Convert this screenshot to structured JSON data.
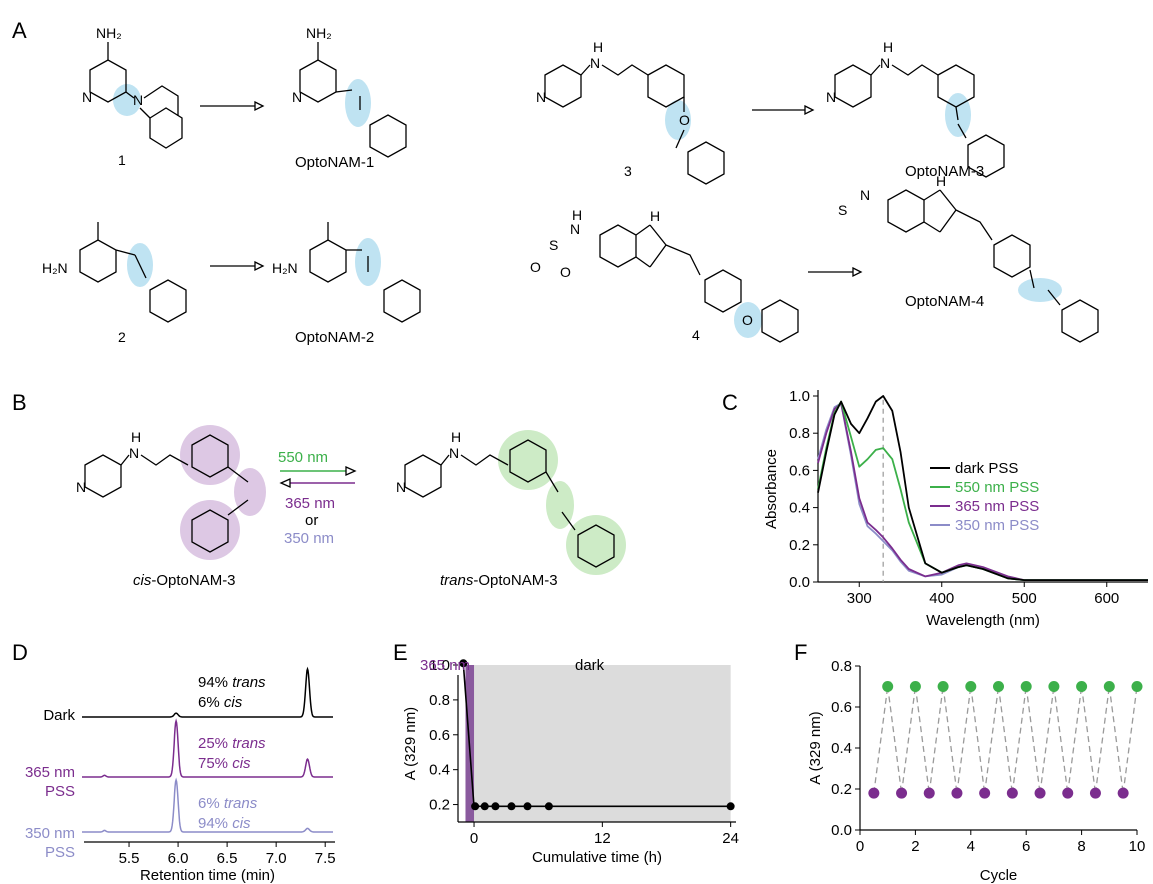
{
  "panels": {
    "A": {
      "letter": "A",
      "compound_labels": [
        "1",
        "OptoNAM-1",
        "2",
        "OptoNAM-2",
        "3",
        "OptoNAM-3",
        "4",
        "OptoNAM-4"
      ],
      "atoms": {
        "nh2": "NH₂",
        "n": "N",
        "h": "H",
        "o": "O",
        "s": "S",
        "h2n": "H₂N"
      }
    },
    "B": {
      "letter": "B",
      "cis_label": "cis",
      "cis_suffix": "-OptoNAM-3",
      "trans_label": "trans",
      "trans_suffix": "-OptoNAM-3",
      "forward_light": "550 nm",
      "reverse_light_1": "365 nm",
      "or_text": "or",
      "reverse_light_2": "350 nm",
      "colors": {
        "cis": "#c8a6d4",
        "trans": "#a8dca0",
        "green": "#3cb04a",
        "purple": "#7b2d8e",
        "lavender": "#8c8cc8"
      }
    },
    "C": {
      "letter": "C"
    },
    "D": {
      "letter": "D",
      "traces": [
        {
          "label": "Dark",
          "label2": "",
          "pct1": "94% ",
          "form1": "trans",
          "pct2": "6% ",
          "form2": "cis",
          "color": "#000000"
        },
        {
          "label": "365 nm",
          "label2": "PSS",
          "pct1": "25% ",
          "form1": "trans",
          "pct2": "75% ",
          "form2": "cis",
          "color": "#7b2d8e"
        },
        {
          "label": "350 nm",
          "label2": "PSS",
          "pct1": "6% ",
          "form1": "trans",
          "pct2": "94% ",
          "form2": "cis",
          "color": "#8c8cc8"
        }
      ]
    },
    "E": {
      "letter": "E",
      "label_365": "365 nm",
      "label_dark": "dark"
    },
    "F": {
      "letter": "F"
    }
  },
  "chart_data": [
    {
      "panel": "C",
      "type": "line",
      "xlabel": "Wavelength (nm)",
      "ylabel": "Absorbance",
      "xlim": [
        250,
        650
      ],
      "ylim": [
        0,
        1.0
      ],
      "xticks": [
        "300",
        "400",
        "500",
        "600"
      ],
      "yticks": [
        "0.0",
        "0.2",
        "0.4",
        "0.6",
        "0.8",
        "1.0"
      ],
      "legend_position": "right",
      "marker_line_x": 329,
      "series": [
        {
          "name": "dark PSS",
          "color": "#000000",
          "x": [
            250,
            260,
            270,
            278,
            290,
            300,
            310,
            320,
            329,
            340,
            350,
            360,
            380,
            400,
            420,
            430,
            450,
            480,
            500,
            550,
            600,
            650
          ],
          "y": [
            0.48,
            0.7,
            0.9,
            0.97,
            0.85,
            0.8,
            0.88,
            0.97,
            1.0,
            0.92,
            0.7,
            0.4,
            0.1,
            0.05,
            0.08,
            0.09,
            0.07,
            0.02,
            0.01,
            0.01,
            0.01,
            0.01
          ]
        },
        {
          "name": "550 nm PSS",
          "color": "#3cb04a",
          "x": [
            250,
            260,
            270,
            278,
            290,
            300,
            310,
            320,
            329,
            340,
            350,
            360,
            380,
            400,
            420,
            430,
            450,
            480,
            500,
            550,
            600,
            650
          ],
          "y": [
            0.5,
            0.72,
            0.91,
            0.97,
            0.78,
            0.62,
            0.66,
            0.71,
            0.72,
            0.66,
            0.5,
            0.32,
            0.1,
            0.05,
            0.08,
            0.09,
            0.07,
            0.02,
            0.01,
            0.01,
            0.01,
            0.01
          ]
        },
        {
          "name": "365 nm PSS",
          "color": "#7b2d8e",
          "x": [
            250,
            260,
            270,
            278,
            290,
            300,
            310,
            320,
            329,
            340,
            350,
            360,
            380,
            400,
            420,
            430,
            450,
            480,
            500,
            550,
            600,
            650
          ],
          "y": [
            0.64,
            0.8,
            0.93,
            0.96,
            0.7,
            0.45,
            0.32,
            0.28,
            0.24,
            0.18,
            0.12,
            0.07,
            0.03,
            0.05,
            0.09,
            0.1,
            0.08,
            0.03,
            0.01,
            0.01,
            0.01,
            0.01
          ]
        },
        {
          "name": "350 nm PSS",
          "color": "#8c8cc8",
          "x": [
            250,
            260,
            270,
            278,
            290,
            300,
            310,
            320,
            329,
            340,
            350,
            360,
            380,
            400,
            420,
            430,
            450,
            480,
            500,
            550,
            600,
            650
          ],
          "y": [
            0.66,
            0.82,
            0.94,
            0.96,
            0.68,
            0.42,
            0.3,
            0.26,
            0.22,
            0.17,
            0.11,
            0.06,
            0.03,
            0.04,
            0.08,
            0.09,
            0.07,
            0.02,
            0.01,
            0.01,
            0.01,
            0.01
          ]
        }
      ]
    },
    {
      "panel": "D",
      "type": "line",
      "xlabel": "Retention time (min)",
      "xlim": [
        5.0,
        7.6
      ],
      "xticks": [
        "5.5",
        "6.0",
        "6.5",
        "7.0",
        "7.5"
      ],
      "series": [
        {
          "name": "Dark",
          "color": "#000000",
          "peaks": [
            {
              "x": 5.98,
              "h": 0.08
            },
            {
              "x": 7.32,
              "h": 1.0
            }
          ]
        },
        {
          "name": "365 nm PSS",
          "color": "#7b2d8e",
          "peaks": [
            {
              "x": 5.98,
              "h": 1.0
            },
            {
              "x": 7.32,
              "h": 0.32
            }
          ]
        },
        {
          "name": "350 nm PSS",
          "color": "#8c8cc8",
          "peaks": [
            {
              "x": 5.98,
              "h": 1.0
            },
            {
              "x": 7.32,
              "h": 0.07
            }
          ]
        }
      ]
    },
    {
      "panel": "E",
      "type": "line",
      "xlabel": "Cumulative time (h)",
      "ylabel": "A (329 nm)",
      "xlim": [
        -1.5,
        24.5
      ],
      "ylim": [
        0.1,
        1.0
      ],
      "xticks": [
        "0",
        "12",
        "24"
      ],
      "yticks": [
        "0.2",
        "0.4",
        "0.6",
        "0.8",
        "1.0"
      ],
      "irradiation_span": [
        -0.8,
        0
      ],
      "x": [
        -1,
        0,
        0.1,
        1,
        2,
        3.5,
        5,
        7,
        24
      ],
      "y": [
        1.01,
        0.19,
        0.19,
        0.19,
        0.19,
        0.19,
        0.19,
        0.19,
        0.19
      ]
    },
    {
      "panel": "F",
      "type": "scatter",
      "xlabel": "Cycle",
      "ylabel": "A (329 nm)",
      "xlim": [
        0,
        10
      ],
      "ylim": [
        0,
        0.8
      ],
      "xticks": [
        "0",
        "2",
        "4",
        "6",
        "8",
        "10"
      ],
      "yticks": [
        "0.0",
        "0.2",
        "0.4",
        "0.6",
        "0.8"
      ],
      "high": {
        "color": "#3cb04a",
        "x": [
          1,
          2,
          3,
          4,
          5,
          6,
          7,
          8,
          9,
          10
        ],
        "y": [
          0.7,
          0.7,
          0.7,
          0.7,
          0.7,
          0.7,
          0.7,
          0.7,
          0.7,
          0.7
        ]
      },
      "low": {
        "color": "#7b2d8e",
        "x": [
          0.5,
          1.5,
          2.5,
          3.5,
          4.5,
          5.5,
          6.5,
          7.5,
          8.5,
          9.5
        ],
        "y": [
          0.18,
          0.18,
          0.18,
          0.18,
          0.18,
          0.18,
          0.18,
          0.18,
          0.18,
          0.18
        ]
      }
    }
  ]
}
